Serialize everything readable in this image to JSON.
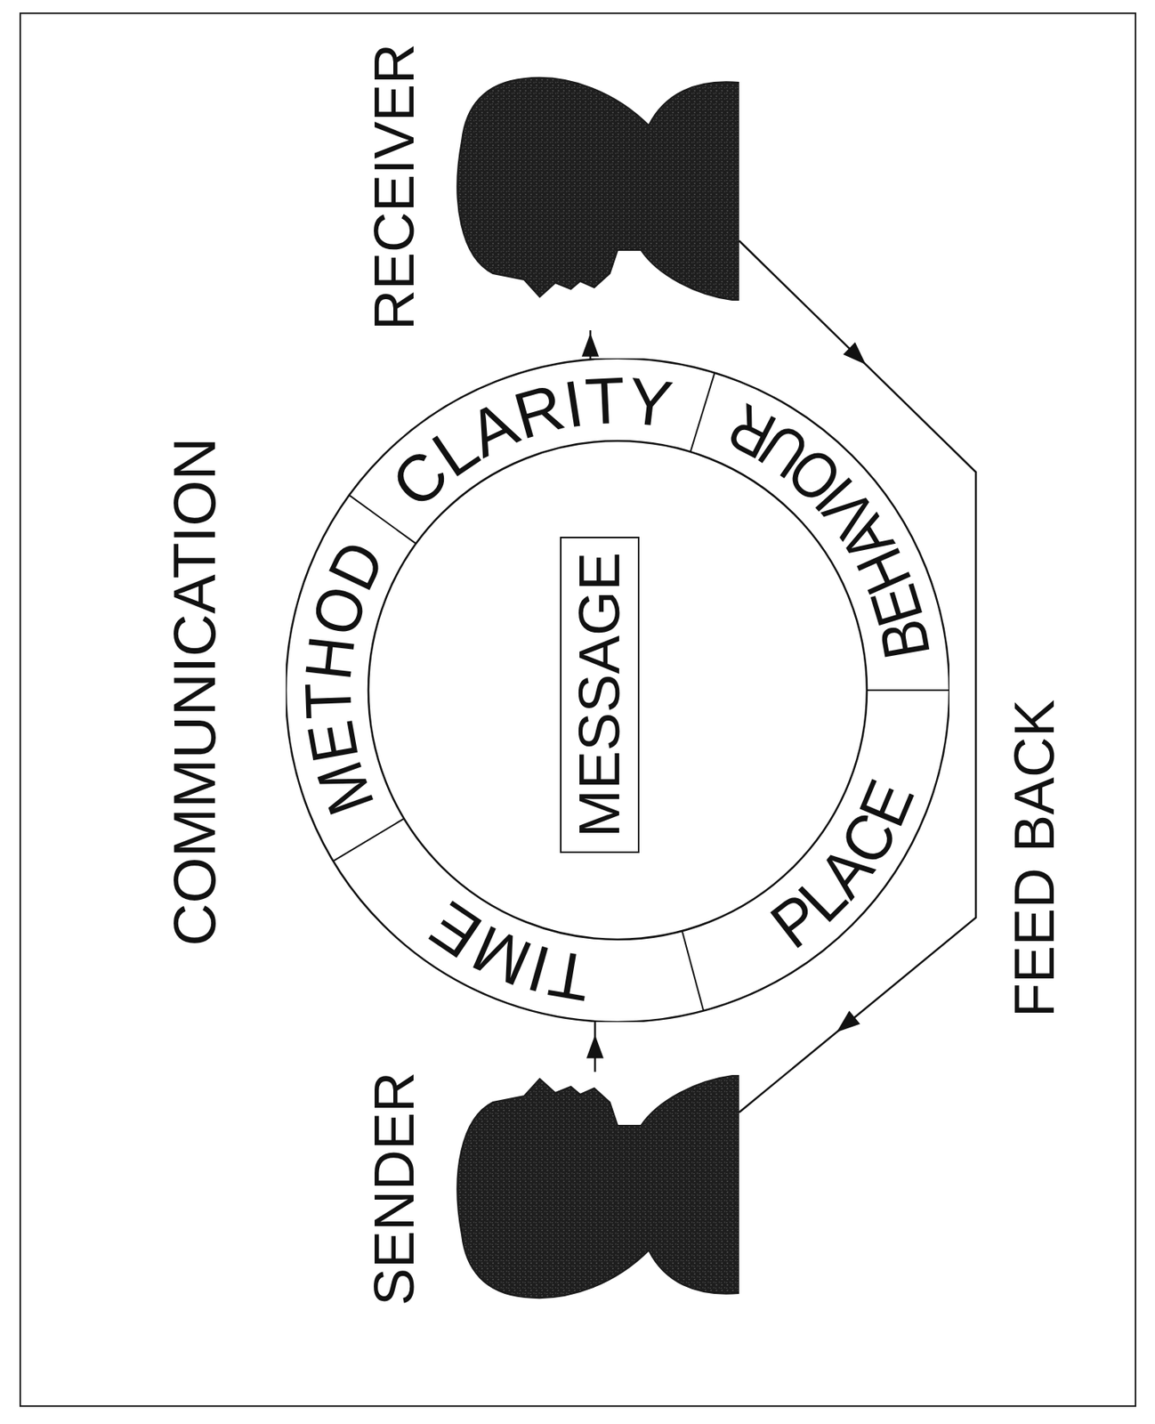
{
  "diagram": {
    "title": "COMMUNICATION",
    "nodes": [
      {
        "text": [
          "SENDER"
        ]
      },
      {
        "text": [
          "TIME",
          "METHOD",
          "CLARITY",
          "BEHAVIOUR",
          "PLACE"
        ]
      },
      {
        "text": [
          "MESSAGE"
        ],
        "in": 1
      },
      {
        "text": [
          "RECEIVER"
        ]
      }
    ],
    "edges": [
      {
        "from": 0,
        "to": 1,
        "arrow": "to"
      },
      {
        "from": 1,
        "to": 3,
        "arrow": "to"
      },
      {
        "from": 3,
        "to": 0,
        "label": "FEED BACK",
        "arrow": "to"
      }
    ]
  }
}
